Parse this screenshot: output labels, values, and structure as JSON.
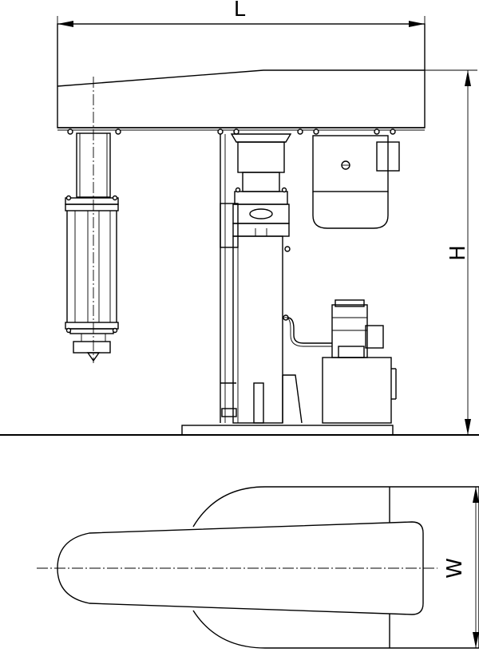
{
  "dimensions": {
    "length_label": "L",
    "height_label": "H",
    "width_label": "W"
  },
  "colors": {
    "line": "#000000",
    "background": "#ffffff"
  }
}
